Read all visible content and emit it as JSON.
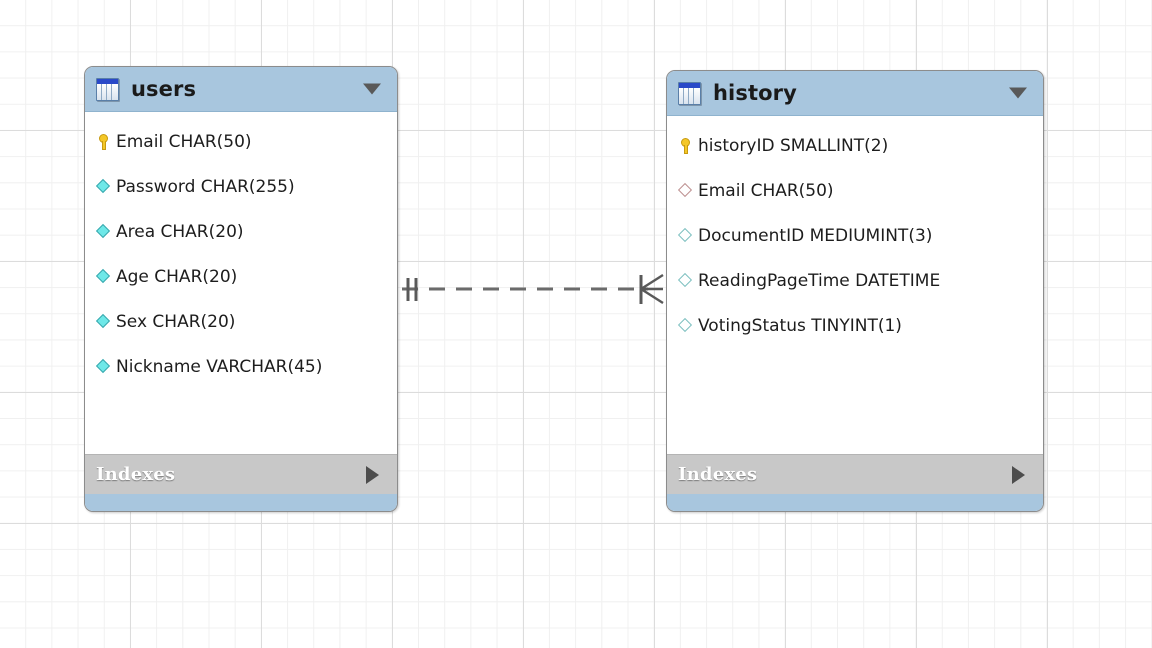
{
  "diagram": {
    "type": "eer-diagram",
    "background": "grid",
    "grid_color": "#e8e8e8",
    "header_color": "#a8c6de",
    "footer_color": "#c8c8c8"
  },
  "tables": [
    {
      "name": "users",
      "icon": "table-icon",
      "collapse_caret": "expanded",
      "columns": [
        {
          "label": "Email CHAR(50)",
          "icon": "key-icon",
          "key": "PK"
        },
        {
          "label": "Password CHAR(255)",
          "icon": "diamond-filled-icon",
          "key": ""
        },
        {
          "label": "Area CHAR(20)",
          "icon": "diamond-filled-icon",
          "key": ""
        },
        {
          "label": "Age CHAR(20)",
          "icon": "diamond-filled-icon",
          "key": ""
        },
        {
          "label": "Sex CHAR(20)",
          "icon": "diamond-filled-icon",
          "key": ""
        },
        {
          "label": "Nickname VARCHAR(45)",
          "icon": "diamond-filled-icon",
          "key": ""
        }
      ],
      "footer": {
        "label": "Indexes",
        "caret": "collapsed"
      }
    },
    {
      "name": "history",
      "icon": "table-icon",
      "collapse_caret": "expanded",
      "columns": [
        {
          "label": "historyID SMALLINT(2)",
          "icon": "key-icon",
          "key": "PK"
        },
        {
          "label": "Email CHAR(50)",
          "icon": "diamond-fk-icon",
          "key": "FK"
        },
        {
          "label": "DocumentID MEDIUMINT(3)",
          "icon": "diamond-hollow-icon",
          "key": ""
        },
        {
          "label": "ReadingPageTime DATETIME",
          "icon": "diamond-hollow-icon",
          "key": ""
        },
        {
          "label": "VotingStatus TINYINT(1)",
          "icon": "diamond-hollow-icon",
          "key": ""
        }
      ],
      "footer": {
        "label": "Indexes",
        "caret": "collapsed"
      }
    }
  ],
  "relationship": {
    "from": "users",
    "to": "history",
    "line_style": "dashed",
    "from_cardinality": "one",
    "to_cardinality": "many",
    "notation": "crows-foot",
    "identifying": false,
    "color": "#6b6b6b"
  }
}
